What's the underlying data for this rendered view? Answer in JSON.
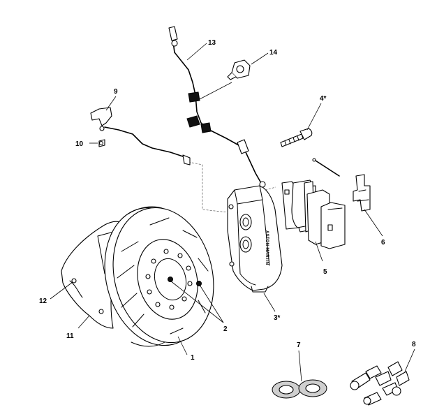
{
  "callouts": {
    "c1": "1",
    "c2": "2",
    "c3": "3*",
    "c4": "4*",
    "c5": "5",
    "c6": "6",
    "c7": "7",
    "c8": "8",
    "c9": "9",
    "c10": "10",
    "c11": "11",
    "c12": "12",
    "c13": "13",
    "c14": "14"
  },
  "caliper_logo_text": "ASTON MARTIN"
}
